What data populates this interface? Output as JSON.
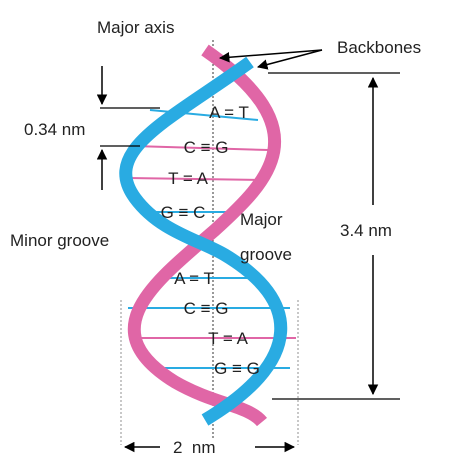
{
  "colors": {
    "strand_blue": "#29abe2",
    "strand_pink": "#e066a6",
    "text": "#222222",
    "line": "#000000"
  },
  "labels": {
    "major_axis": "Major axis",
    "backbones": "Backbones",
    "rise": "0.34 nm",
    "pitch": "3.4 nm",
    "minor_groove": "Minor groove",
    "major_groove_line1": "Major",
    "major_groove_line2": "groove",
    "width": "2  nm"
  },
  "base_pairs": [
    "A = T",
    "C ≡ G",
    "T = A",
    "G ≡ C",
    "A = T",
    "C ≡ G",
    "T = A",
    "G ≡ G"
  ]
}
